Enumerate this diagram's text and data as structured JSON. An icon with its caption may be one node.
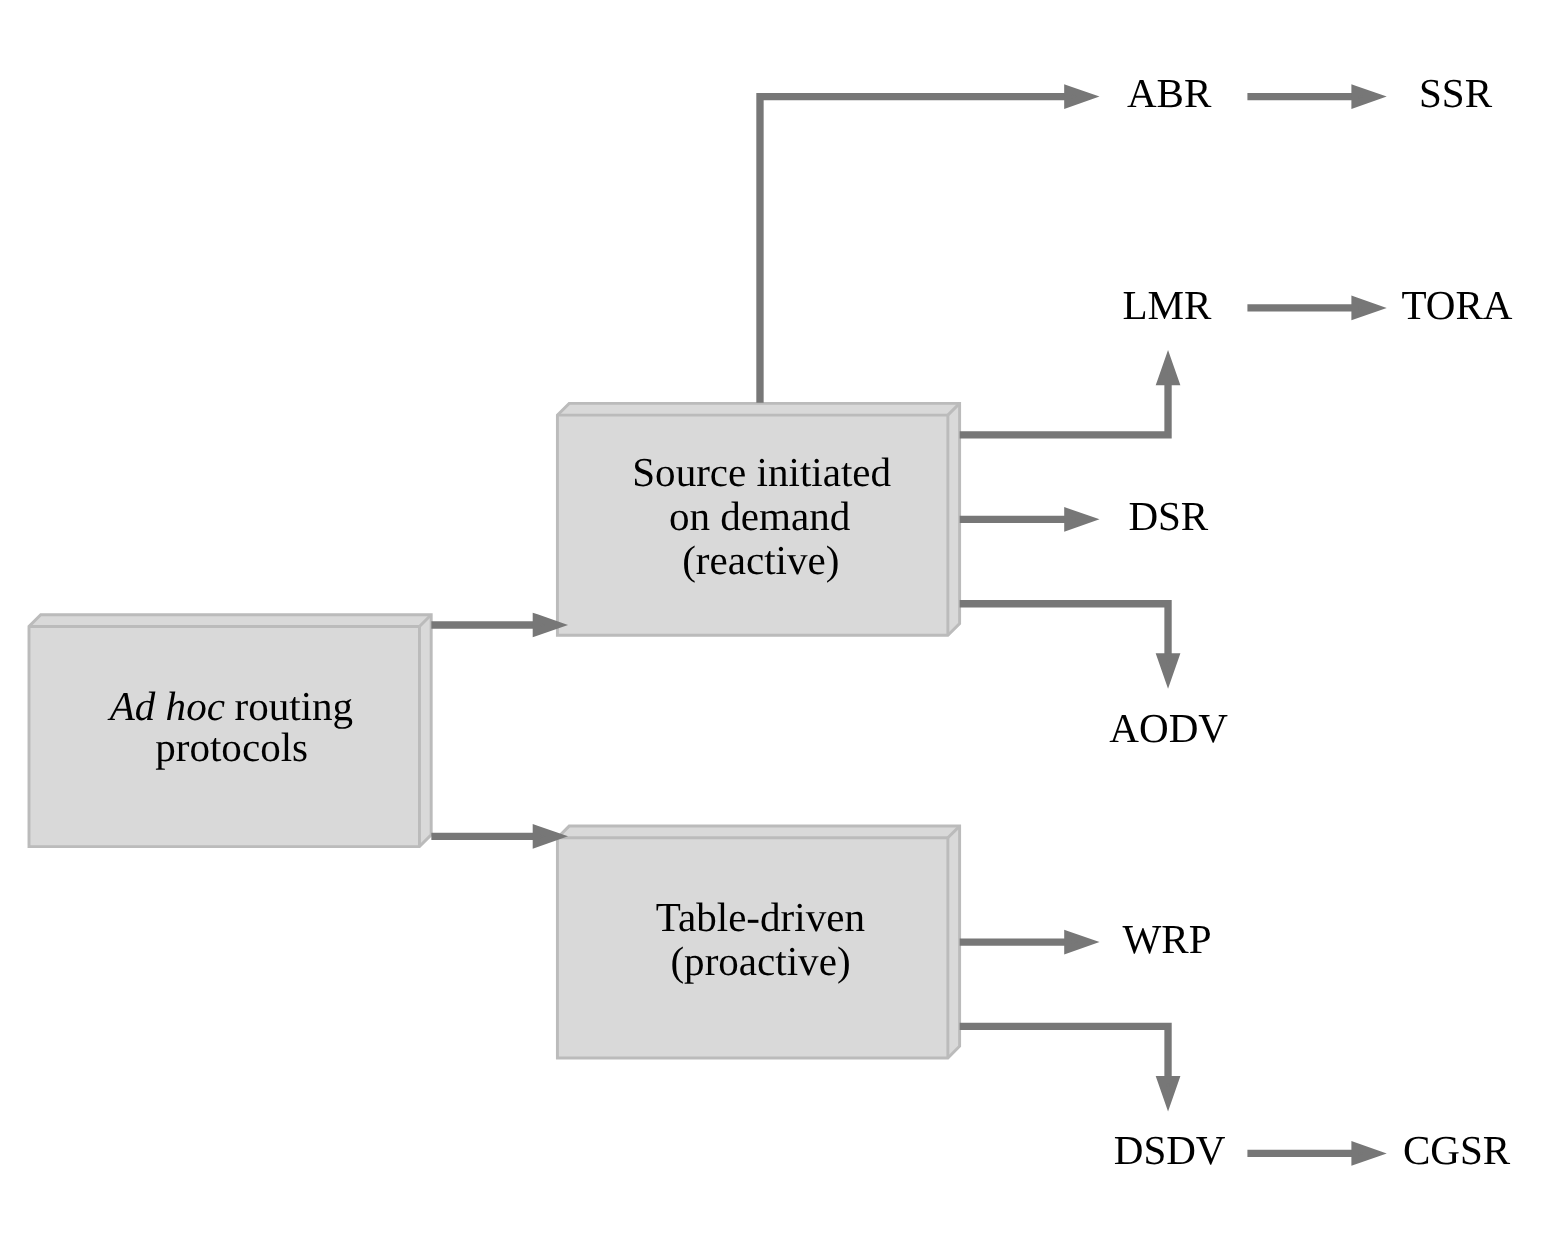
{
  "diagram": {
    "nodes": [
      {
        "text": [
          "*Ad hoc* routing protocols"
        ]
      },
      {
        "text": [
          "Source initiated on demand (reactive)"
        ]
      },
      {
        "text": [
          "Table-driven (proactive)"
        ]
      },
      {
        "text": [
          "ABR"
        ]
      },
      {
        "text": [
          "SSR"
        ]
      },
      {
        "text": [
          "LMR"
        ]
      },
      {
        "text": [
          "TORA"
        ]
      },
      {
        "text": [
          "DSR"
        ]
      },
      {
        "text": [
          "AODV"
        ]
      },
      {
        "text": [
          "WRP"
        ]
      },
      {
        "text": [
          "DSDV"
        ]
      },
      {
        "text": [
          "CGSR"
        ]
      }
    ],
    "edges": [
      {
        "from": 0,
        "to": 1,
        "arrow": "to"
      },
      {
        "from": 0,
        "to": 2,
        "arrow": "to"
      },
      {
        "from": 1,
        "to": 3,
        "arrow": "to"
      },
      {
        "from": 3,
        "to": 4,
        "arrow": "to"
      },
      {
        "from": 1,
        "to": 5,
        "arrow": "to"
      },
      {
        "from": 5,
        "to": 6,
        "arrow": "to"
      },
      {
        "from": 1,
        "to": 7,
        "arrow": "to"
      },
      {
        "from": 1,
        "to": 8,
        "arrow": "to"
      },
      {
        "from": 2,
        "to": 9,
        "arrow": "to"
      },
      {
        "from": 2,
        "to": 10,
        "arrow": "to"
      },
      {
        "from": 10,
        "to": 11,
        "arrow": "to"
      }
    ]
  }
}
